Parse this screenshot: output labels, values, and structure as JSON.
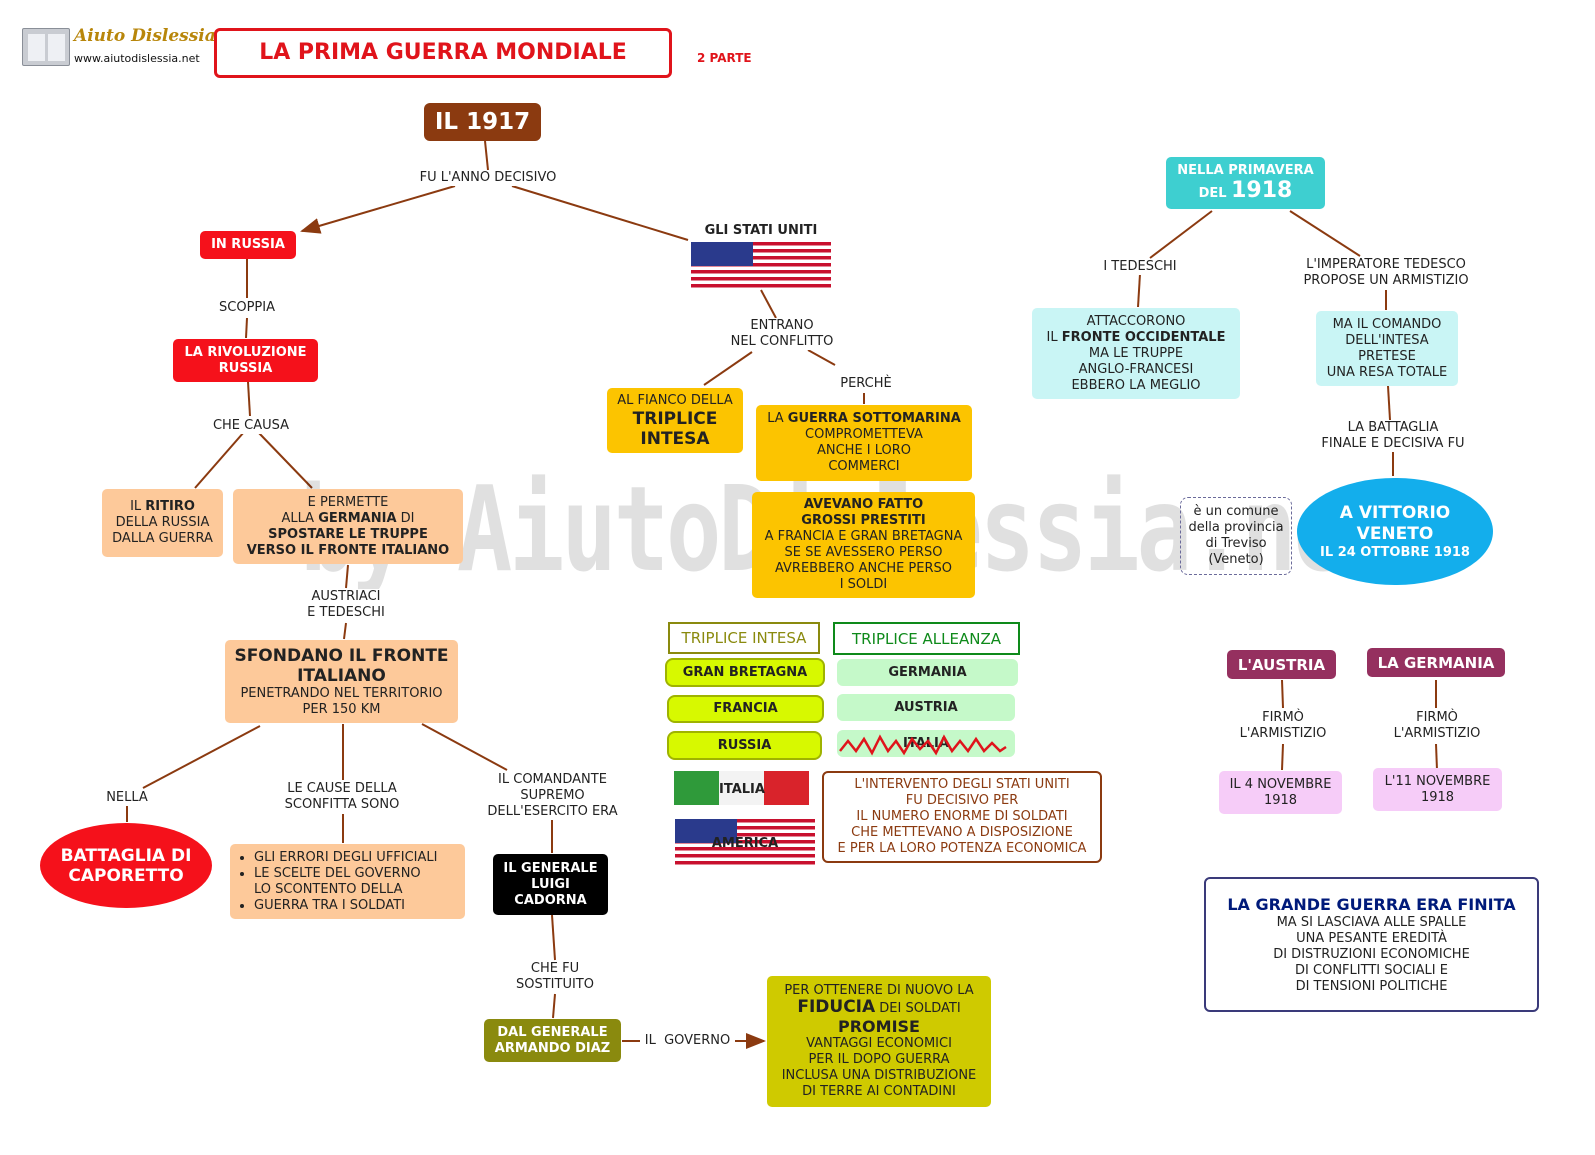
{
  "logo": {
    "brand": "Aiuto Dislessia",
    "url": "www.aiutodislessia.net"
  },
  "title": "LA PRIMA GUERRA MONDIALE",
  "part": "2 PARTE",
  "watermark": "by AiutoDislessia.net",
  "colors": {
    "title_red": "#e0141b",
    "brown": "#8b3a10",
    "red": "#f5111b",
    "peach": "#fdc99a",
    "yellow": "#fcc400",
    "teal": "#3ecfd0",
    "cyan": "#c9f5f5",
    "purple": "#95305f",
    "pink": "#f6ccf8",
    "olive": "#8a8a0e",
    "olive_light": "#cfca00",
    "navy": "#001a7a",
    "lime": "#d7f900",
    "mint": "#c5f9c9",
    "blue_oval": "#13aeec"
  },
  "year1917": "IL 1917",
  "l_decisivo": "FU L'ANNO DECISIVO",
  "russia": "IN RUSSIA",
  "l_scoppia": "SCOPPIA",
  "rivoluzione": [
    "LA RIVOLUZIONE",
    "RUSSIA"
  ],
  "l_causa": "CHE CAUSA",
  "ritiro": {
    "a": "IL ",
    "b": "RITIRO",
    "c": "DELLA RUSSIA",
    "d": "DALLA GUERRA"
  },
  "permette": {
    "a": "E PERMETTE",
    "b": "ALLA ",
    "c": "GERMANIA",
    "d": " DI",
    "e": "SPOSTARE LE TRUPPE",
    "f": "VERSO IL FRONTE ITALIANO"
  },
  "l_austriaci": [
    "AUSTRIACI",
    "E TEDESCHI"
  ],
  "sfondano": {
    "a": "SFONDANO IL FRONTE",
    "b": "ITALIANO",
    "c": "PENETRANDO NEL TERRITORIO",
    "d": "PER 150 KM"
  },
  "l_nella": "NELLA",
  "caporetto": [
    "BATTAGLIA DI",
    "CAPORETTO"
  ],
  "l_cause": [
    "LE CAUSE DELLA",
    "SCONFITTA SONO"
  ],
  "cause": [
    "GLI ERRORI DEGLI UFFICIALI",
    "LE SCELTE DEL GOVERNO",
    "LO SCONTENTO DELLA GUERRA TRA I SOLDATI"
  ],
  "l_comandante": [
    "IL COMANDANTE",
    "SUPREMO",
    "DELL'ESERCITO ERA"
  ],
  "cadorna": [
    "IL GENERALE",
    "LUIGI",
    "CADORNA"
  ],
  "l_sostituito": [
    "CHE FU",
    "SOSTITUITO"
  ],
  "diaz": [
    "DAL GENERALE",
    "ARMANDO DIAZ"
  ],
  "l_governo": "IL  GOVERNO",
  "fiducia": {
    "a": "PER OTTENERE DI NUOVO LA",
    "b": "FIDUCIA",
    "c": " DEI SOLDATI",
    "d": "PROMISE",
    "e": "VANTAGGI ECONOMICI",
    "f": "PER IL DOPO GUERRA",
    "g": "INCLUSA UNA DISTRIBUZIONE",
    "h": "DI TERRE AI  CONTADINI"
  },
  "usa": "GLI STATI UNITI",
  "l_entrano": [
    "ENTRANO",
    "NEL CONFLITTO"
  ],
  "l_perche": "PERCHÈ",
  "fianco": {
    "a": "AL FIANCO DELLA",
    "b": "TRIPLICE",
    "c": "INTESA"
  },
  "sottomarina": {
    "a": "LA ",
    "b": "GUERRA SOTTOMARINA",
    "c": "COMPROMETTEVA",
    "d": "ANCHE I LORO",
    "e": "COMMERCI"
  },
  "prestiti": {
    "a": "AVEVANO FATTO",
    "b": "GROSSI PRESTITI",
    "c": "A FRANCIA E GRAN BRETAGNA",
    "d": "SE SE AVESSERO PERSO",
    "e": "AVREBBERO ANCHE PERSO",
    "f": "I SOLDI"
  },
  "triplice_intesa": {
    "title": "TRIPLICE INTESA",
    "members": [
      "GRAN BRETAGNA",
      "FRANCIA",
      "RUSSIA",
      "ITALIA",
      "AMERICA"
    ]
  },
  "triplice_alleanza": {
    "title": "TRIPLICE ALLEANZA",
    "members": [
      "GERMANIA",
      "AUSTRIA",
      "ITALIA"
    ]
  },
  "intervento": [
    "L'INTERVENTO DEGLI STATI UNITI",
    "FU DECISIVO PER",
    "IL NUMERO ENORME DI SOLDATI",
    "CHE METTEVANO A DISPOSIZIONE",
    "E PER LA LORO POTENZA ECONOMICA"
  ],
  "primavera": {
    "a": "NELLA PRIMAVERA",
    "b": "DEL ",
    "c": "1918"
  },
  "l_tedeschi": "I TEDESCHI",
  "l_imperatore": [
    "L'IMPERATORE TEDESCO",
    "PROPOSE UN ARMISTIZIO"
  ],
  "attaccorono": {
    "a": "ATTACCORONO",
    "b": "IL ",
    "c": "FRONTE OCCIDENTALE",
    "d": "MA LE TRUPPE",
    "e": "ANGLO-FRANCESI",
    "f": "EBBERO LA MEGLIO"
  },
  "comando": [
    "MA IL COMANDO",
    "DELL'INTESA",
    "PRETESE",
    "UNA RESA TOTALE"
  ],
  "l_battaglia": [
    "LA BATTAGLIA",
    "FINALE E DECISIVA FU"
  ],
  "treviso": [
    "è un comune",
    "della provincia",
    "di Treviso",
    "(Veneto)"
  ],
  "vittorio": [
    "A VITTORIO",
    "VENETO",
    "IL 24 OTTOBRE 1918"
  ],
  "austria": "L'AUSTRIA",
  "germania": "LA GERMANIA",
  "l_firmo1": [
    "FIRMÒ",
    "L'ARMISTIZIO"
  ],
  "l_firmo2": [
    "FIRMÒ",
    "L'ARMISTIZIO"
  ],
  "nov4": [
    "IL 4 NOVEMBRE",
    "1918"
  ],
  "nov11": [
    "L'11 NOVEMBRE",
    "1918"
  ],
  "finita": {
    "title": "LA GRANDE GUERRA ERA FINITA",
    "lines": [
      "MA SI LASCIAVA ALLE SPALLE",
      "UNA PESANTE EREDITÀ",
      "DI DISTRUZIONI ECONOMICHE",
      "DI CONFLITTI SOCIALI E",
      "DI TENSIONI POLITICHE"
    ]
  }
}
